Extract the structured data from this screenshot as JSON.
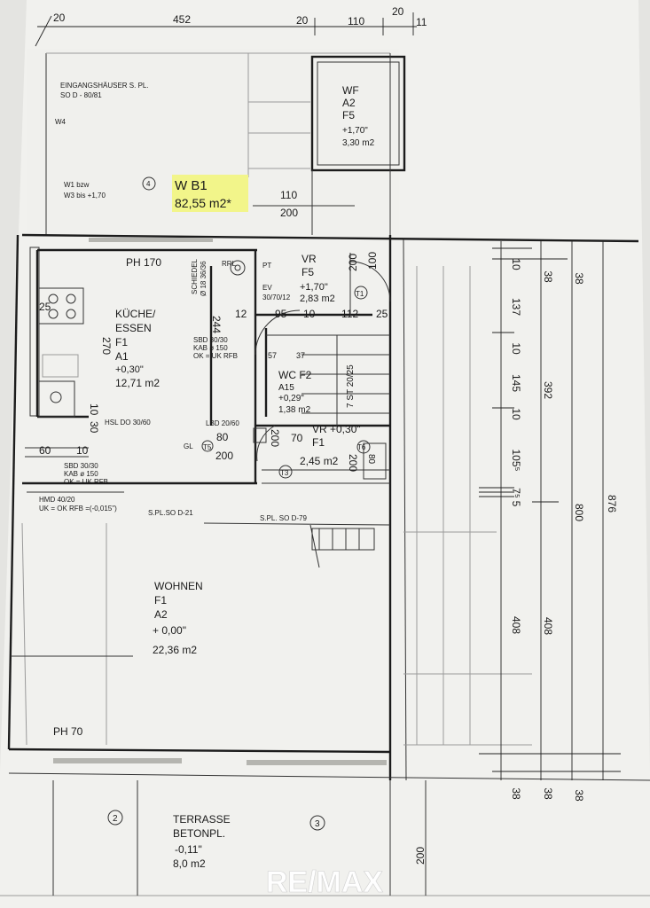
{
  "top_dimensions": [
    "20",
    "452",
    "20",
    "110",
    "20",
    "11"
  ],
  "labels": {
    "eingang_1": "EINGANGSHÄUSER S. PL.",
    "eingang_2": "SO D - 80/81",
    "w4": "W4",
    "w1_1": "W1 bzw",
    "w1_2": "W3 bis +1,70",
    "axis_4": "4",
    "wb1_name": "W B1",
    "wb1_area": "82,55 m2*",
    "wf_name": "WF",
    "wf_1": "A2",
    "wf_2": "F5",
    "wf_3": "+1,70\"",
    "wf_area": "3,30 m2",
    "dim_110": "110",
    "dim_200_top": "200",
    "ph170": "PH 170",
    "rrl": "RRL",
    "pt": "PT",
    "schiedel": "SCHIEDEL",
    "schiedel_2": "Ø 18 36/36",
    "vr_name": "VR",
    "vr_1": "F5",
    "vr_2": "+1,70\"",
    "vr_area": "2,83 m2",
    "t1": "T1",
    "ev": "EV",
    "ev_2": "30/70/12",
    "kueche_1": "KÜCHE/",
    "kueche_2": "ESSEN",
    "kueche_3": "F1",
    "kueche_4": "A1",
    "kueche_5": "+0,30\"",
    "kueche_area": "12,71 m2",
    "dim_270": "270",
    "dim_244": "244",
    "dim_25_left": "25",
    "dim_12": "12",
    "dim_95": "95",
    "dim_10": "10",
    "dim_112": "112",
    "dim_25": "25",
    "dim_200_vr": "200",
    "dim_100": "100",
    "sbd1_1": "SBD 30/30",
    "sbd1_2": "KAB ø 150",
    "sbd1_3": "OK = UK RFB",
    "dim_57": "57",
    "dim_37": "37",
    "wc_name": "WC  F2",
    "wc_1": "A15",
    "wc_2": "+0,29\"",
    "wc_area": "1,38 m2",
    "stair": "7 ST 20/25",
    "hsl": "HSL DO 30/60",
    "lbd": "LBD 20/60",
    "dim_80": "80",
    "dim_70": "70",
    "dim_200_a": "200",
    "dim_200_b": "200",
    "dim_200_c": "200",
    "vr2_name": "VR  +0,30\"",
    "vr2_1": "F1",
    "vr2_area": "2,45 m2",
    "t6": "T6",
    "dim_80_b": "80",
    "t3": "T3",
    "t5": "T5",
    "gl": "GL",
    "dim_60": "60",
    "dim_10_a": "10",
    "dim_10_b": "10",
    "dim_30": "30",
    "sbd2_1": "SBD 30/30",
    "sbd2_2": "KAB ø 150",
    "sbd2_3": "OK = UK RFB",
    "hmd_1": "HMD 40/20",
    "hmd_2": "UK = OK RFB =(-0,015\")",
    "spl_1": "S.PL.SO D-21",
    "spl_2": "S.PL. SO D-79",
    "dim_79": "70",
    "wohnen_1": "WOHNEN",
    "wohnen_2": "F1",
    "wohnen_3": "A2",
    "wohnen_4": "+ 0,00\"",
    "wohnen_area": "22,36 m2",
    "ph70": "PH 70",
    "axis_2": "2",
    "axis_3": "3",
    "terrasse_1": "TERRASSE",
    "terrasse_2": "BETONPL.",
    "terrasse_3": "-0,11\"",
    "terrasse_area": "8,0 m2",
    "dim_200_bottom": "200"
  },
  "right_dimensions": {
    "c1": [
      "10",
      "137",
      "10",
      "145",
      "10",
      "105⁵",
      "7⁵",
      "5",
      "408",
      "38"
    ],
    "c2": [
      "38",
      "392",
      "408",
      "38"
    ],
    "c3": [
      "38",
      "800",
      "38"
    ],
    "c4": [
      "876"
    ]
  },
  "watermark": "RE/MAX"
}
